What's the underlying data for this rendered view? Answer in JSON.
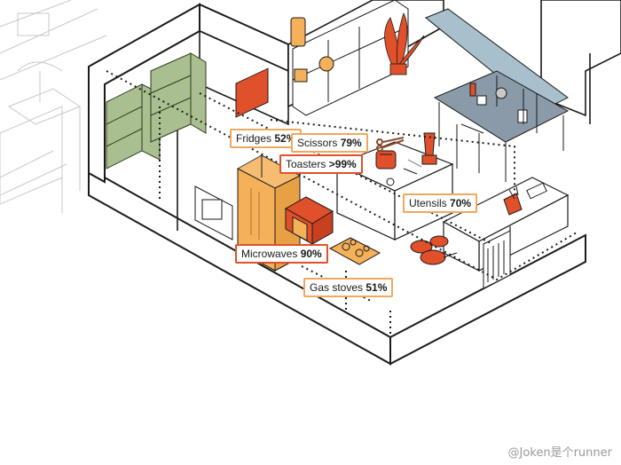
{
  "labels": [
    {
      "id": "fridges",
      "name": "Fridges",
      "pct": "52%"
    },
    {
      "id": "scissors",
      "name": "Scissors",
      "pct": "79%"
    },
    {
      "id": "toasters",
      "name": "Toasters",
      "pct": ">99%"
    },
    {
      "id": "utensils",
      "name": "Utensils",
      "pct": "70%"
    },
    {
      "id": "microwaves",
      "name": "Microwaves",
      "pct": "90%"
    },
    {
      "id": "gasstoves",
      "name": "Gas stoves",
      "pct": "51%"
    }
  ],
  "credit": "@Joken是个runner",
  "colors": {
    "highlight_orange": "#e0502a",
    "label_border": "#f0a860",
    "fridge_yellow": "#f5b15a",
    "shelf_green": "#a9bf8f",
    "window_blue": "#a8c0cc",
    "table_slate": "#8a9aa8",
    "line": "#1a1a1a"
  }
}
